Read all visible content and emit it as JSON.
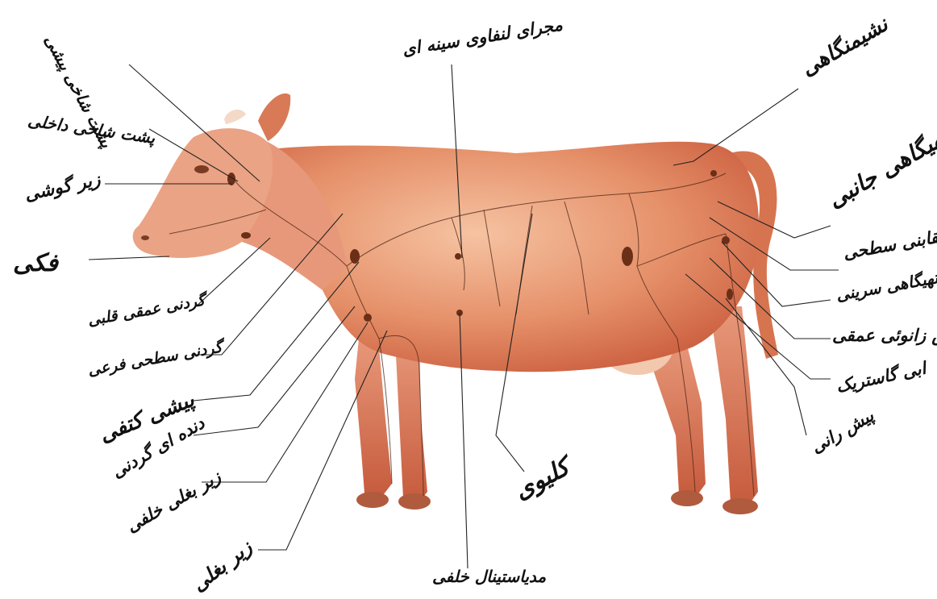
{
  "diagram": {
    "labels": {
      "l_pas_shakhi_jomi": "پشت شاخی پیشی",
      "l_pas_shakhi_dakheli": "پشت شاخی داخلی",
      "l_zir_gushi": "زیر گوشی",
      "l_fak": "فکی",
      "l_gardani_amghi": "گردنی عمقی قلبی",
      "l_gardani_sathi": "گردنی سطحی فرعی",
      "l_pish_katfi": "پیشی کتفی",
      "l_dandeh_gardani": "دنده ای گردنی",
      "l_zir_baghali_khalfi": "زیر بغلی خلفی",
      "l_zir_baghali": "زیر بغلی",
      "l_majraye": "مجرای لنفاوی سینه ای",
      "l_mediastinal": "مدیاستینال خلفی",
      "l_kolyavi": "کلیوی",
      "l_neshimangahi": "نشیمنگاهی",
      "l_tohigahi_janebi": "تهیگاهی جانبی",
      "l_maghabani": "مقابنی سطحی",
      "l_tohigahi_sarini": "تهیگاهی سرینی",
      "l_pas_zanui": "پس زانوئی عمقی",
      "l_ebi_gastric": "ابی گاستریک",
      "l_pish_rani": "پیش رانی"
    }
  }
}
